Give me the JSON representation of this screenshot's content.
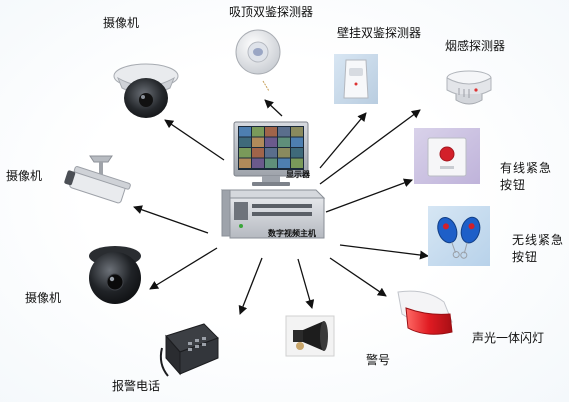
{
  "center": {
    "monitor_label": "显示器",
    "host_label": "数字视频主机"
  },
  "devices": {
    "camera_dome_top": "摄像机",
    "ceiling_detector": "吸顶双鉴探测器",
    "wall_detector": "壁挂双鉴探测器",
    "smoke_detector": "烟感探测器",
    "camera_bullet": "摄像机",
    "wired_emergency_button": "有线紧急按钮",
    "wireless_emergency_button": "无线紧急按钮",
    "camera_dome_bottom": "摄像机",
    "alarm_light": "声光一体闪灯",
    "siren": "警号",
    "alarm_phone": "报警电话"
  },
  "colors": {
    "arrow": "#111111",
    "button_red": "#d3202a",
    "remote_blue": "#1e5fc8",
    "monitor_frame": "#b9bcc2"
  }
}
